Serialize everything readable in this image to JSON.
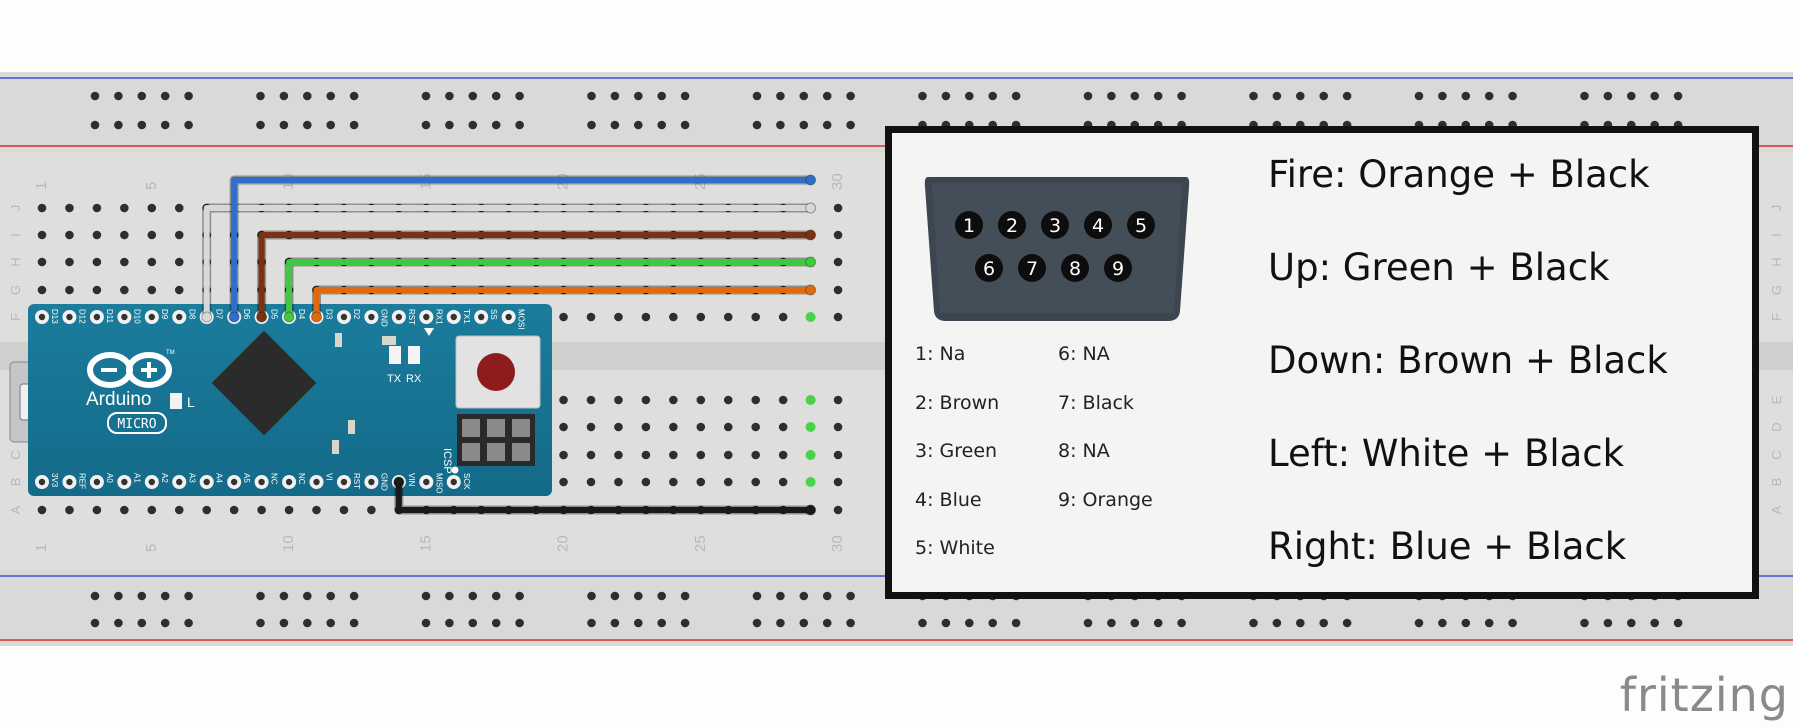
{
  "board": {
    "name": "Arduino",
    "model": "MICRO",
    "tm": "TM",
    "led_l": "L",
    "tx": "TX",
    "rx": "RX",
    "icsp": "ICSP",
    "top_pins": [
      "D13",
      "D12",
      "D11",
      "D10",
      "D9",
      "D8",
      "D7",
      "D6",
      "D5",
      "D4",
      "D3",
      "D2",
      "GND",
      "RST",
      "RX1",
      "TX1",
      "SS",
      "MOSI"
    ],
    "bottom_pins": [
      "3V3",
      "REF",
      "A0",
      "A1",
      "A2",
      "A3",
      "A4",
      "A5",
      "NC",
      "NC",
      "VI",
      "RST",
      "GND",
      "VIN",
      "MISO",
      "SCK"
    ]
  },
  "breadboard": {
    "column_numbers": [
      "1",
      "5",
      "10",
      "15",
      "20",
      "25",
      "30"
    ],
    "row_letters_top": [
      "J",
      "I",
      "H",
      "G",
      "F"
    ],
    "row_letters_bottom": [
      "E",
      "D",
      "C",
      "B",
      "A"
    ]
  },
  "wire_colors": {
    "blue": "#2f6fc9",
    "white": "#d8d8d8",
    "brown": "#7a3212",
    "green": "#3ec93e",
    "orange": "#e06a10",
    "black": "#1a1a1a"
  },
  "connector": {
    "pins_top": [
      "1",
      "2",
      "3",
      "4",
      "5"
    ],
    "pins_bottom": [
      "6",
      "7",
      "8",
      "9"
    ]
  },
  "pin_map": {
    "left": [
      "1: Na",
      "2: Brown",
      "3: Green",
      "4: Blue",
      "5: White"
    ],
    "right": [
      "6: NA",
      "7: Black",
      "8: NA",
      "9: Orange"
    ]
  },
  "mappings": [
    "Fire: Orange + Black",
    "Up: Green + Black",
    "Down: Brown + Black",
    "Left: White + Black",
    "Right: Blue + Black"
  ],
  "brand": "fritzing"
}
